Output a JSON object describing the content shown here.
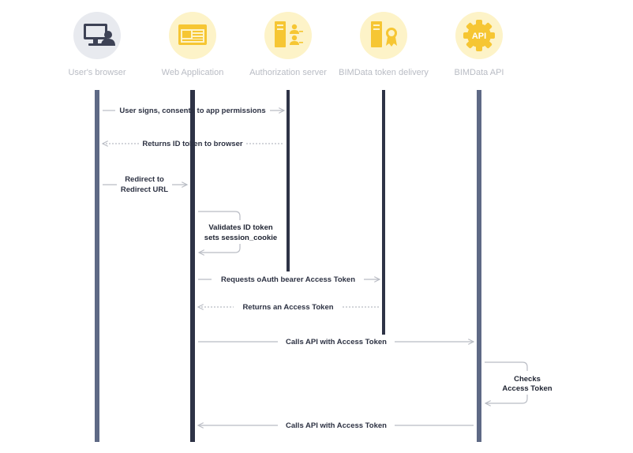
{
  "colors": {
    "icon_bg_blue": "#e8eaef",
    "icon_bg_yellow": "#fdf3c8",
    "icon_blue": "#3d4255",
    "icon_yellow": "#f6c633",
    "lifeline_dark": "#2e3346",
    "lifeline_slate": "#5e6985",
    "arrow": "#b9bcc4",
    "text": "#2c3142"
  },
  "actors": [
    {
      "id": "browser",
      "label": "User's browser",
      "icon": "computer-user-icon"
    },
    {
      "id": "webapp",
      "label": "Web Application",
      "icon": "browser-window-icon"
    },
    {
      "id": "auth",
      "label": "Authorization server",
      "icon": "server-users-icon"
    },
    {
      "id": "token",
      "label": "BIMData token delivery",
      "icon": "server-certificate-icon"
    },
    {
      "id": "api",
      "label": "BIMData API",
      "icon": "api-gear-icon",
      "icon_text": "API"
    }
  ],
  "messages": [
    {
      "from": "browser",
      "to": "auth",
      "style": "solid",
      "lines": [
        "User signs, consents to app permissions"
      ]
    },
    {
      "from": "auth",
      "to": "browser",
      "style": "dotted",
      "lines": [
        "Returns ID token to browser"
      ]
    },
    {
      "from": "browser",
      "to": "webapp",
      "style": "solid",
      "lines": [
        "Redirect to",
        "Redirect URL"
      ]
    },
    {
      "self": "webapp",
      "lines": [
        "Validates ID token",
        "sets session_cookie"
      ]
    },
    {
      "from": "webapp",
      "to": "token",
      "style": "solid",
      "lines": [
        "Requests oAuth bearer Access Token"
      ]
    },
    {
      "from": "token",
      "to": "webapp",
      "style": "dotted",
      "lines": [
        "Returns an Access Token"
      ]
    },
    {
      "from": "webapp",
      "to": "api",
      "style": "solid",
      "lines": [
        "Calls API with Access Token"
      ]
    },
    {
      "self": "api",
      "lines": [
        "Checks",
        "Access Token"
      ]
    },
    {
      "from": "api",
      "to": "webapp",
      "style": "solid",
      "lines": [
        "Calls API with Access Token"
      ]
    }
  ]
}
